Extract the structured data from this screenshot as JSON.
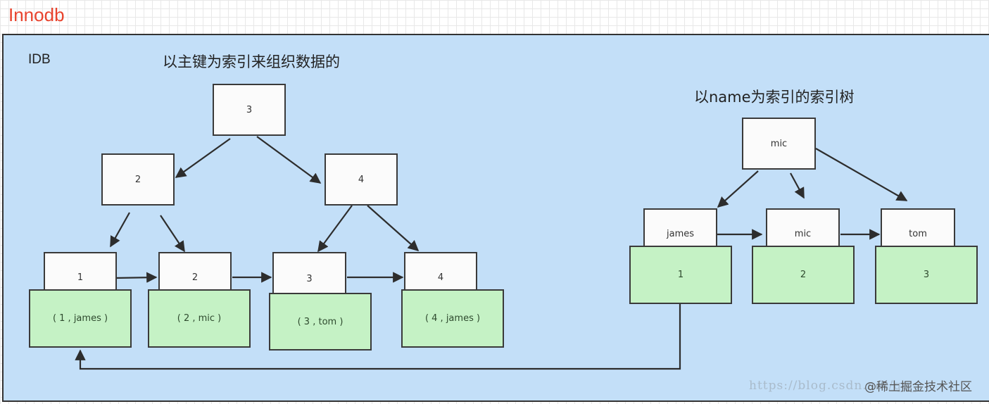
{
  "title": "Innodb",
  "container_label": "IDB",
  "primary_tree": {
    "heading": "以主键为索引来组织数据的",
    "root": "3",
    "level1": [
      "2",
      "4"
    ],
    "leaves": [
      {
        "key": "1",
        "row": "( 1 , james )"
      },
      {
        "key": "2",
        "row": "( 2 , mic )"
      },
      {
        "key": "3",
        "row": "( 3 , tom )"
      },
      {
        "key": "4",
        "row": "( 4 , james )"
      }
    ]
  },
  "secondary_tree": {
    "heading": "以name为索引的索引树",
    "root": "mic",
    "leaves": [
      {
        "key": "james",
        "pk": "1"
      },
      {
        "key": "mic",
        "pk": "2"
      },
      {
        "key": "tom",
        "pk": "3"
      }
    ]
  },
  "watermark": {
    "url": "https://blog.csdn.net/qq_",
    "brand": "@稀土掘金技术社区"
  },
  "colors": {
    "title": "#e8432d",
    "container_bg": "#c3dff8",
    "leaf_row_bg": "#c5f2c5",
    "node_bg": "#fbfbfb",
    "stroke": "#2d2d2d"
  }
}
